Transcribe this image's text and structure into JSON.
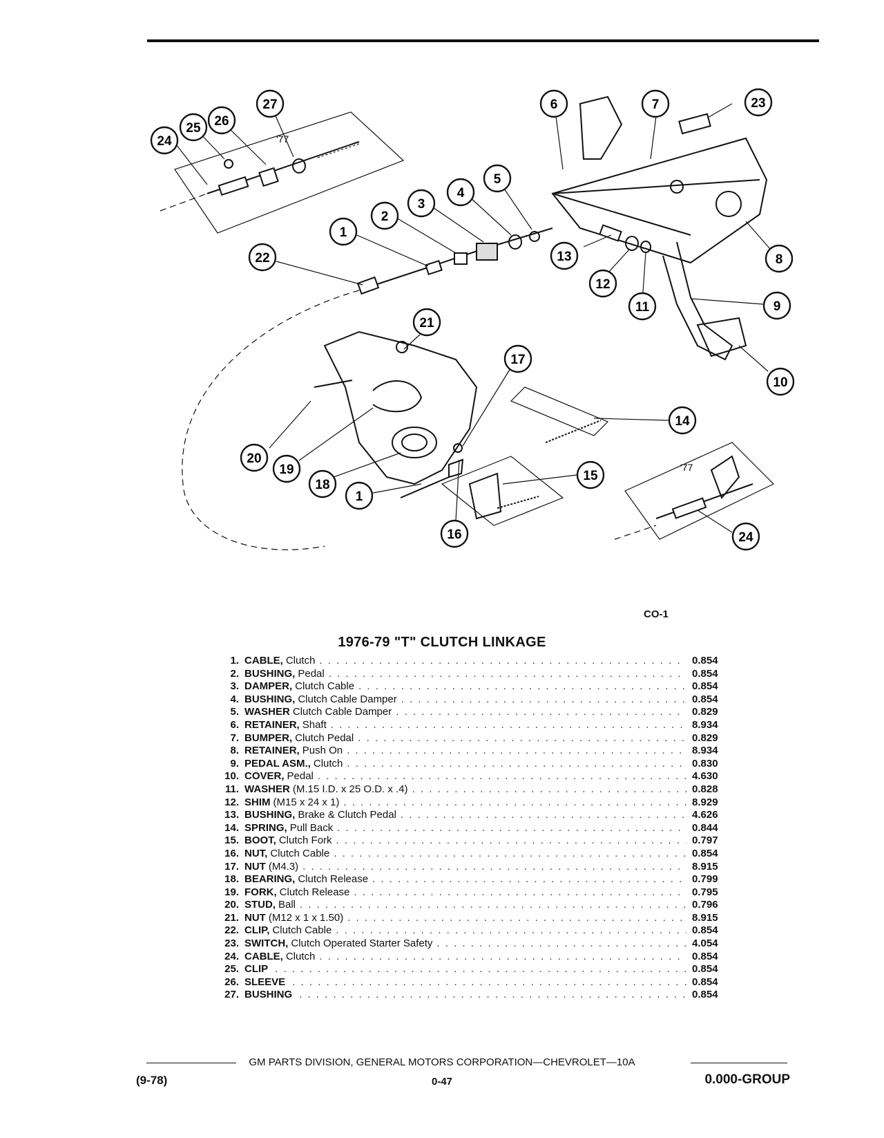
{
  "figure": {
    "code": "CO-1",
    "year_labels": [
      "'77",
      "'77"
    ],
    "callouts": [
      "1",
      "2",
      "3",
      "4",
      "5",
      "6",
      "7",
      "8",
      "9",
      "10",
      "11",
      "12",
      "13",
      "14",
      "15",
      "16",
      "17",
      "18",
      "19",
      "20",
      "21",
      "22",
      "23",
      "24",
      "1",
      "24",
      "25",
      "26",
      "27"
    ]
  },
  "title": "1976-79 \"T\" CLUTCH LINKAGE",
  "parts": [
    {
      "num": "1.",
      "name": "CABLE,",
      "desc": "Clutch",
      "code": "0.854"
    },
    {
      "num": "2.",
      "name": "BUSHING,",
      "desc": "Pedal",
      "code": "0.854"
    },
    {
      "num": "3.",
      "name": "DAMPER,",
      "desc": "Clutch Cable",
      "code": "0.854"
    },
    {
      "num": "4.",
      "name": "BUSHING,",
      "desc": "Clutch Cable Damper",
      "code": "0.854"
    },
    {
      "num": "5.",
      "name": "WASHER",
      "desc": "Clutch Cable Damper",
      "code": "0.829"
    },
    {
      "num": "6.",
      "name": "RETAINER,",
      "desc": "Shaft",
      "code": "8.934"
    },
    {
      "num": "7.",
      "name": "BUMPER,",
      "desc": "Clutch Pedal",
      "code": "0.829"
    },
    {
      "num": "8.",
      "name": "RETAINER,",
      "desc": "Push On",
      "code": "8.934"
    },
    {
      "num": "9.",
      "name": "PEDAL ASM.,",
      "desc": "Clutch",
      "code": "0.830"
    },
    {
      "num": "10.",
      "name": "COVER,",
      "desc": "Pedal",
      "code": "4.630"
    },
    {
      "num": "11.",
      "name": "WASHER",
      "desc": "(M.15 I.D. x 25 O.D. x .4)",
      "code": "0.828"
    },
    {
      "num": "12.",
      "name": "SHIM",
      "desc": "(M15 x 24 x 1)",
      "code": "8.929"
    },
    {
      "num": "13.",
      "name": "BUSHING,",
      "desc": "Brake & Clutch Pedal",
      "code": "4.626"
    },
    {
      "num": "14.",
      "name": "SPRING,",
      "desc": "Pull Back",
      "code": "0.844"
    },
    {
      "num": "15.",
      "name": "BOOT,",
      "desc": "Clutch Fork",
      "code": "0.797"
    },
    {
      "num": "16.",
      "name": "NUT,",
      "desc": "Clutch Cable",
      "code": "0.854"
    },
    {
      "num": "17.",
      "name": "NUT",
      "desc": "(M4.3)",
      "code": "8.915"
    },
    {
      "num": "18.",
      "name": "BEARING,",
      "desc": "Clutch Release",
      "code": "0.799"
    },
    {
      "num": "19.",
      "name": "FORK,",
      "desc": "Clutch Release",
      "code": "0.795"
    },
    {
      "num": "20.",
      "name": "STUD,",
      "desc": "Ball",
      "code": "0.796"
    },
    {
      "num": "21.",
      "name": "NUT",
      "desc": "(M12 x 1 x 1.50)",
      "code": "8.915"
    },
    {
      "num": "22.",
      "name": "CLIP,",
      "desc": "Clutch Cable",
      "code": "0.854"
    },
    {
      "num": "23.",
      "name": "SWITCH,",
      "desc": "Clutch Operated Starter Safety",
      "code": "4.054"
    },
    {
      "num": "24.",
      "name": "CABLE,",
      "desc": "Clutch",
      "code": "0.854"
    },
    {
      "num": "25.",
      "name": "CLIP",
      "desc": "",
      "code": "0.854"
    },
    {
      "num": "26.",
      "name": "SLEEVE",
      "desc": "",
      "code": "0.854"
    },
    {
      "num": "27.",
      "name": "BUSHING",
      "desc": "",
      "code": "0.854"
    }
  ],
  "footer": {
    "credit": "GM PARTS DIVISION, GENERAL MOTORS CORPORATION—CHEVROLET—10A",
    "date": "(9-78)",
    "page": "0-47",
    "group": "0.000-GROUP"
  }
}
